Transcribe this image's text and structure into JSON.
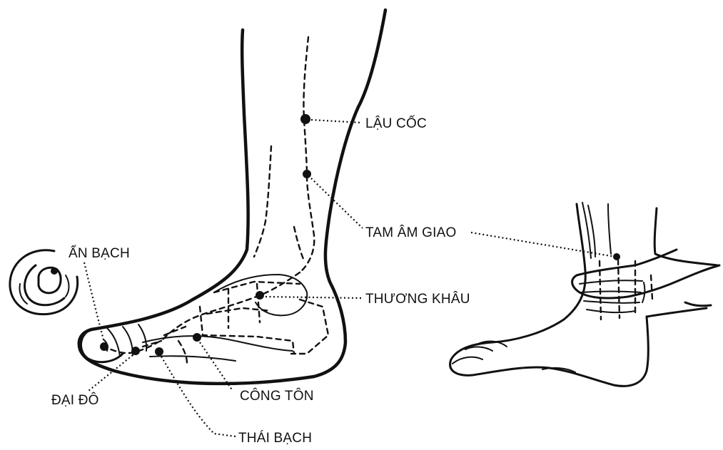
{
  "points": [
    {
      "id": "lau-coc",
      "label": "LẬU CỐC"
    },
    {
      "id": "tam-am-giao",
      "label": "TAM ÂM GIAO"
    },
    {
      "id": "thuong-khau",
      "label": "THƯƠNG KHÂU"
    },
    {
      "id": "an-bach",
      "label": "ẨN BẠCH"
    },
    {
      "id": "dai-do",
      "label": "ĐẠI ĐÔ"
    },
    {
      "id": "cong-ton",
      "label": "CÔNG TÔN"
    },
    {
      "id": "thai-bach",
      "label": "THÁI BẠCH"
    }
  ],
  "colors": {
    "ink": "#111111",
    "background": "#ffffff"
  }
}
